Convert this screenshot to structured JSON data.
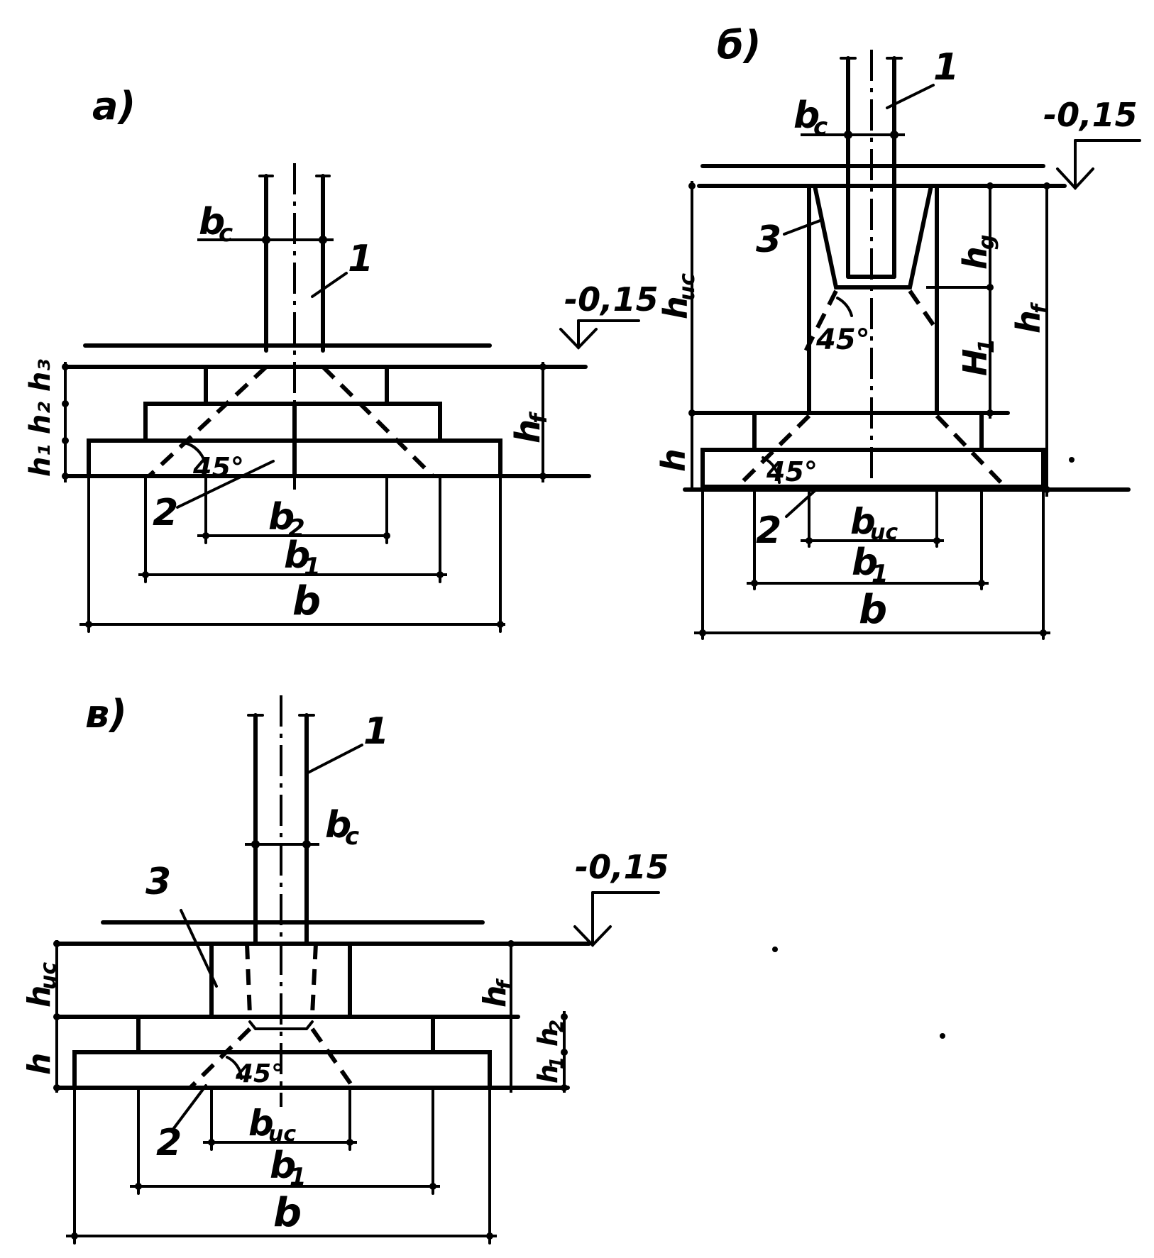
{
  "figure": {
    "panels": [
      {
        "id": "a",
        "title": "a)",
        "elevation": "-0,15",
        "angle": "45°",
        "labels": {
          "column_width": "b",
          "column_width_sub": "c",
          "callout_1": "1",
          "callout_2": "2",
          "height": "h",
          "height_sub": "f",
          "height_left": "h₁ h₂ h₃",
          "b2": "b",
          "b2_sub": "2",
          "b1": "b",
          "b1_sub": "1",
          "b": "b"
        }
      },
      {
        "id": "b",
        "title": "б)",
        "elevation": "-0,15",
        "angle": "45°",
        "labels": {
          "column_width": "b",
          "column_width_sub": "c",
          "callout_1": "1",
          "callout_2": "2",
          "callout_3": "3",
          "huc": "h",
          "huc_sub": "uc",
          "hg": "h",
          "hg_sub": "g",
          "H1": "H",
          "H1_sub": "1",
          "hf": "h",
          "hf_sub": "f",
          "h": "h",
          "buc": "b",
          "buc_sub": "uc",
          "b1": "b",
          "b1_sub": "1",
          "b": "b"
        }
      },
      {
        "id": "c",
        "title": "в)",
        "elevation": "-0,15",
        "angle": "45°",
        "labels": {
          "column_width": "b",
          "column_width_sub": "c",
          "callout_1": "1",
          "callout_2": "2",
          "callout_3": "3",
          "huc": "h",
          "huc_sub": "uc",
          "h": "h",
          "hf": "h",
          "hf_sub": "f",
          "h1": "h",
          "h1_sub": "1",
          "h2": "h",
          "h2_sub": "2",
          "buc": "b",
          "buc_sub": "uc",
          "b1": "b",
          "b1_sub": "1",
          "b": "b"
        }
      }
    ]
  }
}
